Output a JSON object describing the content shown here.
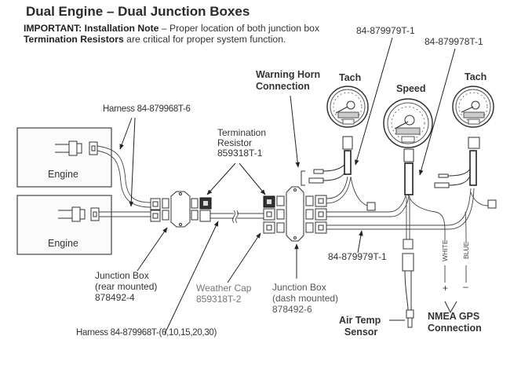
{
  "title": "Dual Engine – Dual Junction Boxes",
  "note": {
    "line1_bold": "IMPORTANT: Installation Note",
    "line1_rest": " – Proper location of both junction box",
    "line2_bold": "Termination Resistors",
    "line2_rest": " are critical for proper system function."
  },
  "labels": {
    "harness_top": "Harness 84-879968T-6",
    "engine_top": "Engine",
    "engine_bottom": "Engine",
    "termination_resistor": [
      "Termination",
      "Resistor",
      "859318T-1"
    ],
    "junction_rear": [
      "Junction Box",
      "(rear mounted)",
      "878492-4"
    ],
    "weather_cap": [
      "Weather Cap",
      "859318T-2"
    ],
    "junction_dash": [
      "Junction Box",
      "(dash mounted)",
      "878492-6"
    ],
    "harness_bottom": "Harness 84-879968T-(6,10,15,20,30)",
    "warning_horn": [
      "Warning Horn",
      "Connection"
    ],
    "part_879979_top": "84-879979T-1",
    "part_879978": "84-879978T-1",
    "part_879979_bottom": "84-879979T-1",
    "gauge_tach_left": "Tach",
    "gauge_speed": "Speed",
    "gauge_tach_right": "Tach",
    "wire_white": "WHITE",
    "wire_blue": "BLUE",
    "plus": "+",
    "minus": "–",
    "nmea": [
      "NMEA GPS",
      "Connection"
    ],
    "air_temp": [
      "Air Temp",
      "Sensor"
    ]
  }
}
